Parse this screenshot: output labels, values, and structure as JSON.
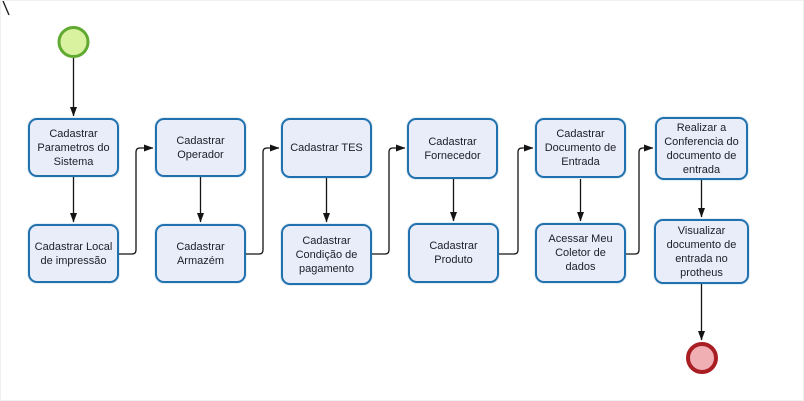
{
  "diagram": {
    "type": "flowchart",
    "nodes": [
      {
        "id": "start",
        "kind": "start-event",
        "label": ""
      },
      {
        "id": "task1",
        "kind": "task",
        "label": "Cadastrar Parametros do Sistema"
      },
      {
        "id": "task2",
        "kind": "task",
        "label": "Cadastrar Local de impressão"
      },
      {
        "id": "task3",
        "kind": "task",
        "label": "Cadastrar Operador"
      },
      {
        "id": "task4",
        "kind": "task",
        "label": "Cadastrar Armazém"
      },
      {
        "id": "task5",
        "kind": "task",
        "label": "Cadastrar TES"
      },
      {
        "id": "task6",
        "kind": "task",
        "label": "Cadastrar Condição de pagamento"
      },
      {
        "id": "task7",
        "kind": "task",
        "label": "Cadastrar Fornecedor"
      },
      {
        "id": "task8",
        "kind": "task",
        "label": "Cadastrar Produto"
      },
      {
        "id": "task9",
        "kind": "task",
        "label": "Cadastrar Documento de Entrada"
      },
      {
        "id": "task10",
        "kind": "task",
        "label": "Acessar Meu Coletor de dados"
      },
      {
        "id": "task11",
        "kind": "task",
        "label": "Realizar a Conferencia do documento de entrada"
      },
      {
        "id": "task12",
        "kind": "task",
        "label": "Visualizar documento de entrada no protheus"
      },
      {
        "id": "end",
        "kind": "end-event",
        "label": ""
      }
    ],
    "edges": [
      {
        "from": "start",
        "to": "task1"
      },
      {
        "from": "task1",
        "to": "task2"
      },
      {
        "from": "task2",
        "to": "task3"
      },
      {
        "from": "task3",
        "to": "task4"
      },
      {
        "from": "task4",
        "to": "task5"
      },
      {
        "from": "task5",
        "to": "task6"
      },
      {
        "from": "task6",
        "to": "task7"
      },
      {
        "from": "task7",
        "to": "task8"
      },
      {
        "from": "task8",
        "to": "task9"
      },
      {
        "from": "task9",
        "to": "task10"
      },
      {
        "from": "task10",
        "to": "task11"
      },
      {
        "from": "task11",
        "to": "task12"
      },
      {
        "from": "task12",
        "to": "end"
      }
    ],
    "colors": {
      "task_fill": "#e9edfa",
      "task_border": "#2171ae",
      "start_event_fill": "#d9f2a0",
      "start_event_border": "#61aa31",
      "end_event_fill": "#f0afb3",
      "end_event_border": "#a81e23",
      "connector": "#141414",
      "background": "#ffffff"
    }
  }
}
